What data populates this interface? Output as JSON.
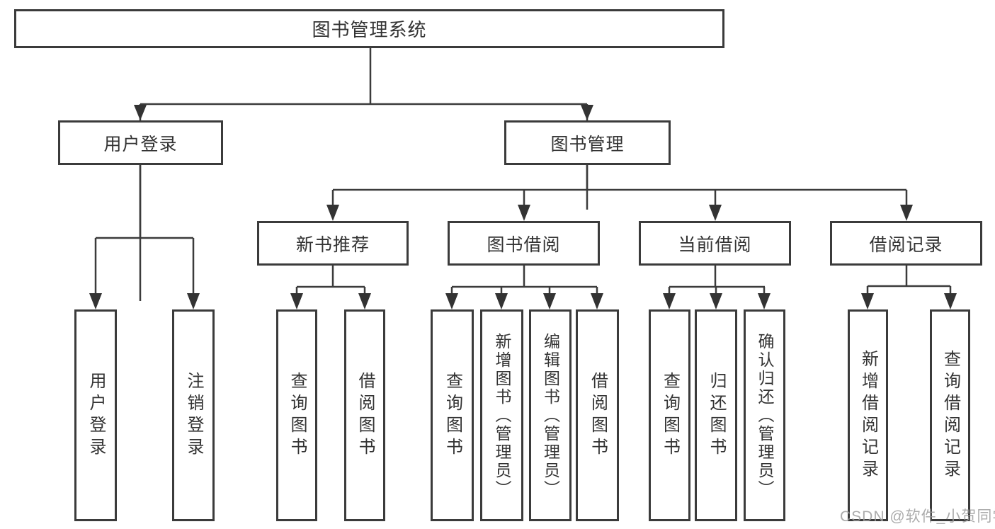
{
  "diagram_title": "图书管理系统",
  "nodes": {
    "root": "图书管理系统",
    "user_login": "用户登录",
    "book_mgmt": "图书管理",
    "new_book_rec": "新书推荐",
    "book_borrow": "图书借阅",
    "current_borrow": "当前借阅",
    "borrow_records": "借阅记录",
    "login_user_login": "用户登录",
    "login_logout": "注销登录",
    "rec_query_book": "查询图书",
    "rec_borrow_book": "借阅图书",
    "bb_query_book": "查询图书",
    "bb_add_book": "新增图书（管理员）",
    "bb_edit_book": "编辑图书（管理员）",
    "bb_borrow_book": "借阅图书",
    "cb_query_book": "查询图书",
    "cb_return_book": "归还图书",
    "cb_confirm_return": "确认归还（管理员）",
    "br_add_record": "新增借阅记录",
    "br_query_record": "查询借阅记录"
  },
  "watermark": "CSDN @软件_小贺同学",
  "colors": {
    "line": "#3b3b3b",
    "arrow": "#333333",
    "text": "#333333",
    "watermark_gray": "#9d9d9d",
    "background": "#ffffff"
  }
}
